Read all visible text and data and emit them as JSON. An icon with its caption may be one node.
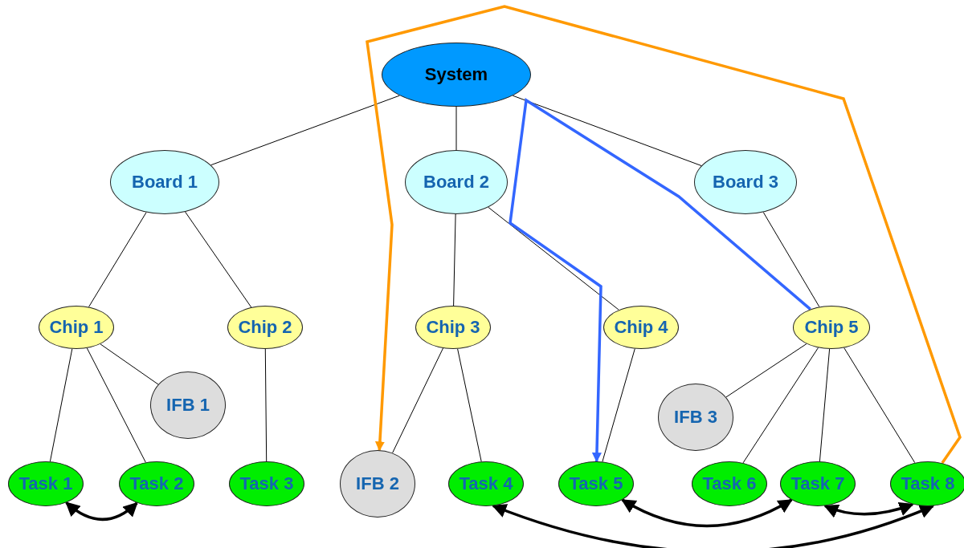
{
  "diagram": {
    "nodes": [
      {
        "text": [
          "System"
        ]
      },
      {
        "text": [
          "Board 1"
        ]
      },
      {
        "text": [
          "Board 2"
        ]
      },
      {
        "text": [
          "Board 3"
        ]
      },
      {
        "text": [
          "Chip 1"
        ]
      },
      {
        "text": [
          "Chip 2"
        ]
      },
      {
        "text": [
          "Chip 3"
        ]
      },
      {
        "text": [
          "Chip 4"
        ]
      },
      {
        "text": [
          "Chip 5"
        ]
      },
      {
        "text": [
          "IFB 1"
        ]
      },
      {
        "text": [
          "IFB 3"
        ]
      },
      {
        "text": [
          "Task 1"
        ]
      },
      {
        "text": [
          "Task 2"
        ]
      },
      {
        "text": [
          "Task 3"
        ]
      },
      {
        "text": [
          "IFB 2"
        ]
      },
      {
        "text": [
          "Task 4"
        ]
      },
      {
        "text": [
          "Task 5"
        ]
      },
      {
        "text": [
          "Task 6"
        ]
      },
      {
        "text": [
          "Task 7"
        ]
      },
      {
        "text": [
          "Task 8"
        ]
      }
    ],
    "edges": [
      {
        "from": 0,
        "to": 1,
        "arrow": "none"
      },
      {
        "from": 0,
        "to": 2,
        "arrow": "none"
      },
      {
        "from": 0,
        "to": 3,
        "arrow": "none"
      },
      {
        "from": 1,
        "to": 4,
        "arrow": "none"
      },
      {
        "from": 1,
        "to": 5,
        "arrow": "none"
      },
      {
        "from": 2,
        "to": 6,
        "arrow": "none"
      },
      {
        "from": 2,
        "to": 7,
        "arrow": "none"
      },
      {
        "from": 3,
        "to": 8,
        "arrow": "none"
      },
      {
        "from": 4,
        "to": 11,
        "arrow": "none"
      },
      {
        "from": 4,
        "to": 12,
        "arrow": "none"
      },
      {
        "from": 4,
        "to": 9,
        "arrow": "none"
      },
      {
        "from": 5,
        "to": 13,
        "arrow": "none"
      },
      {
        "from": 6,
        "to": 14,
        "arrow": "none"
      },
      {
        "from": 6,
        "to": 15,
        "arrow": "none"
      },
      {
        "from": 7,
        "to": 16,
        "arrow": "none"
      },
      {
        "from": 8,
        "to": 10,
        "arrow": "none"
      },
      {
        "from": 8,
        "to": 17,
        "arrow": "none"
      },
      {
        "from": 8,
        "to": 18,
        "arrow": "none"
      },
      {
        "from": 8,
        "to": 19,
        "arrow": "none"
      },
      {
        "from": 11,
        "to": 12,
        "arrow": "both",
        "style": "thick"
      },
      {
        "from": 16,
        "to": 18,
        "arrow": "both",
        "style": "thick"
      },
      {
        "from": 18,
        "to": 19,
        "arrow": "both",
        "style": "thick"
      },
      {
        "from": 15,
        "to": 19,
        "arrow": "both",
        "style": "thick"
      },
      {
        "from": 19,
        "to": 14,
        "arrow": "to",
        "style": "thick",
        "color": "#ff9900"
      },
      {
        "from": 8,
        "to": 16,
        "arrow": "to",
        "style": "thick",
        "color": "#3366ff"
      }
    ]
  }
}
